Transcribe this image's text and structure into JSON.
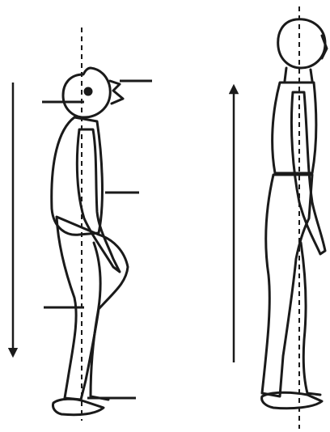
{
  "figure": {
    "background": "#ffffff",
    "ink": "#1a1a1a",
    "panels": [
      {
        "posture": "slouched",
        "arrow_direction": "down"
      },
      {
        "posture": "upright",
        "arrow_direction": "up"
      }
    ]
  }
}
